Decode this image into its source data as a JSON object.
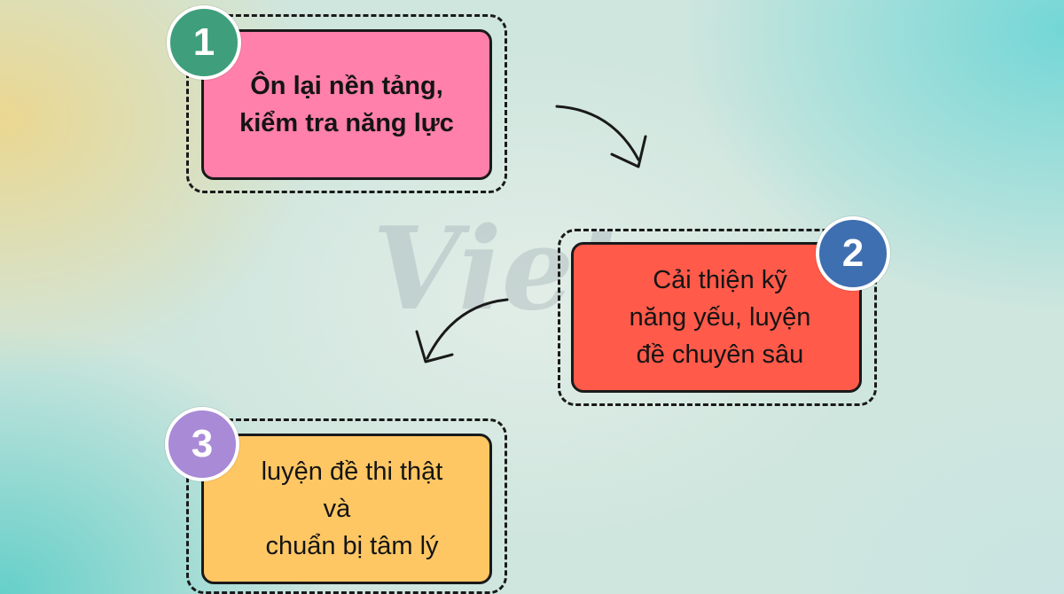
{
  "watermark": {
    "text": "Vietop"
  },
  "steps": [
    {
      "number": "1",
      "lines": [
        "Ôn lại nền tảng,",
        "kiểm tra năng lực"
      ],
      "box_color": "#ff80aa",
      "badge_color": "#3f9f7c"
    },
    {
      "number": "2",
      "lines": [
        "Cải thiện kỹ",
        "năng yếu, luyện",
        "đề chuyên sâu"
      ],
      "box_color": "#ff5a4a",
      "badge_color": "#3e6fb0"
    },
    {
      "number": "3",
      "lines": [
        "luyện đề thi thật",
        "và",
        "chuẩn bị tâm lý"
      ],
      "box_color": "#ffc764",
      "badge_color": "#a98ad6"
    }
  ],
  "colors": {
    "outline": "#1a1a1a",
    "badge_text": "#ffffff"
  }
}
